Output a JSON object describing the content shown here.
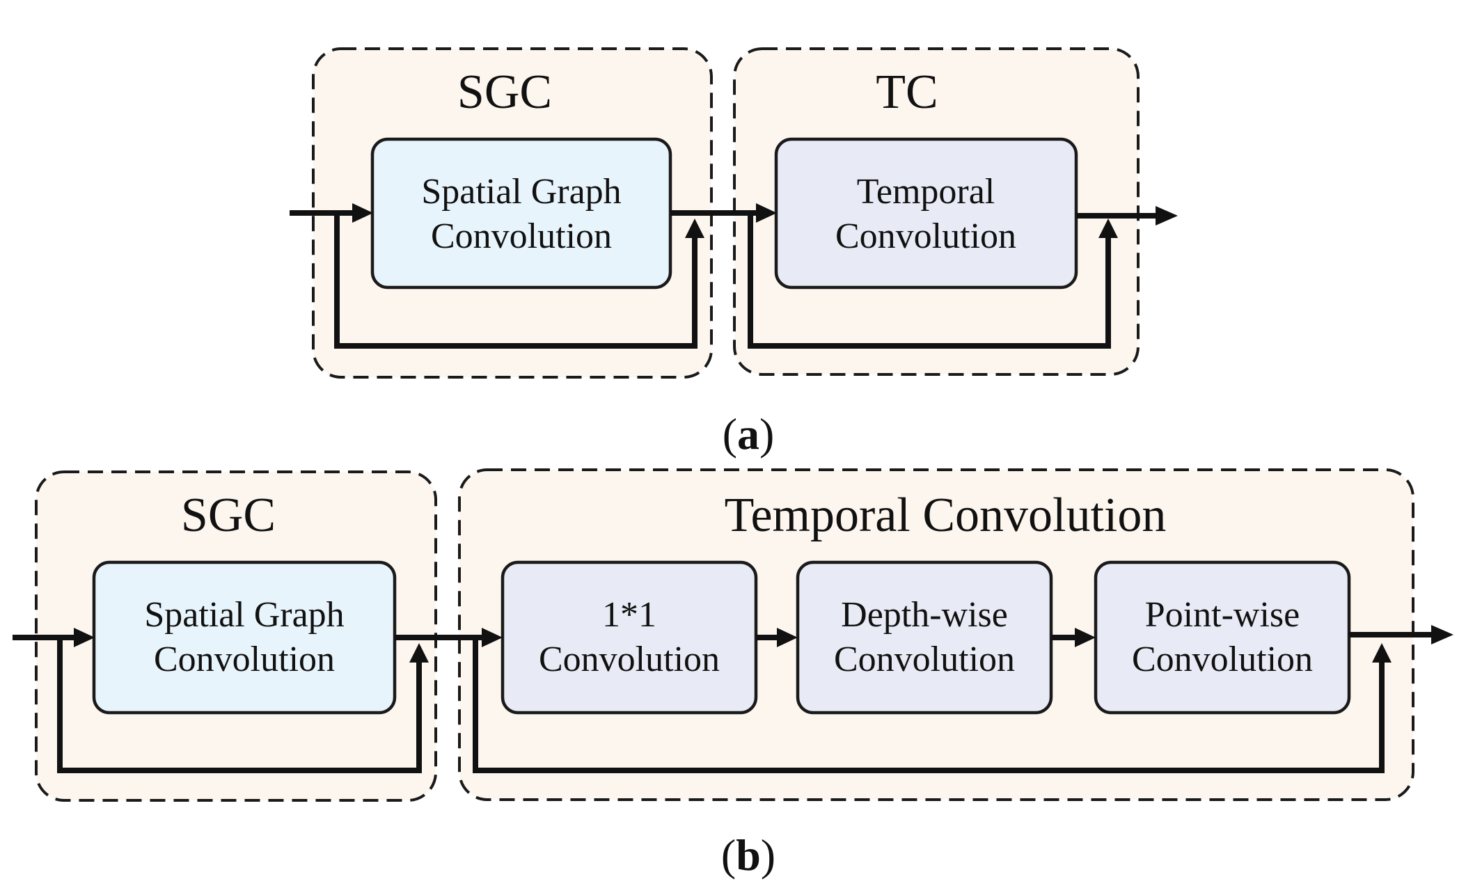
{
  "panel_a": {
    "caption_letter": "a",
    "sgc_block": {
      "title": "SGC",
      "node_line1": "Spatial Graph",
      "node_line2": "Convolution"
    },
    "tc_block": {
      "title": "TC",
      "node_line1": "Temporal",
      "node_line2": "Convolution"
    }
  },
  "panel_b": {
    "caption_letter": "b",
    "sgc_block": {
      "title": "SGC",
      "node_line1": "Spatial Graph",
      "node_line2": "Convolution"
    },
    "tc_block": {
      "title": "Temporal Convolution",
      "nodes": [
        {
          "line1": "1*1",
          "line2": "Convolution"
        },
        {
          "line1": "Depth-wise",
          "line2": "Convolution"
        },
        {
          "line1": "Point-wise",
          "line2": "Convolution"
        }
      ]
    }
  },
  "colors": {
    "group_fill": "#fdf6ef",
    "spatial_node_fill": "#e8f4fb",
    "temporal_node_fill": "#e8ebf5",
    "line": "#111111"
  }
}
